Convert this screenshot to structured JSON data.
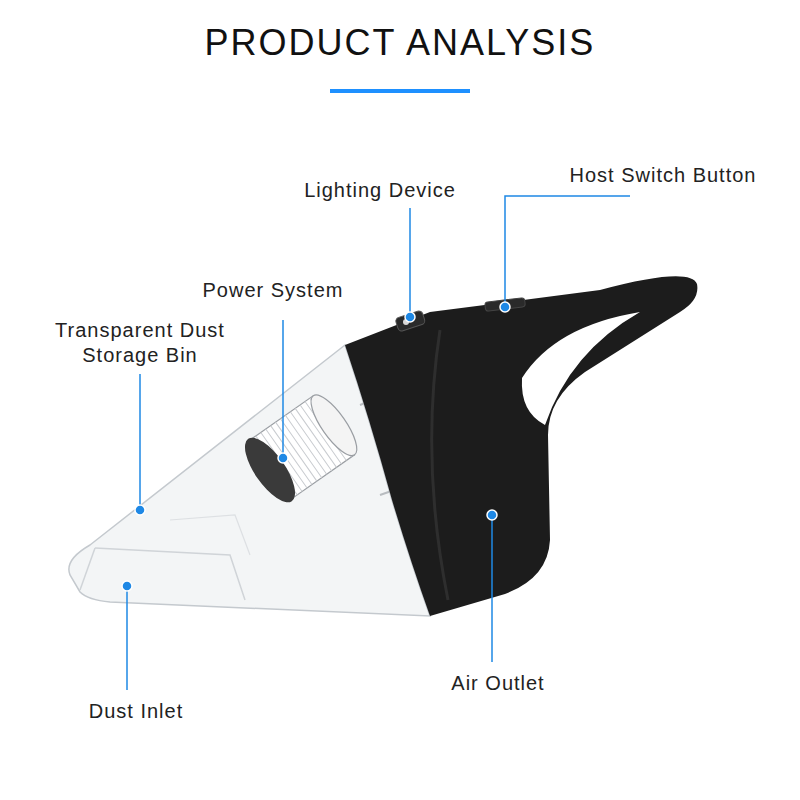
{
  "diagram": {
    "title": "PRODUCT ANALYSIS",
    "labels": [
      "Lighting Device",
      "Host Switch Button",
      "Power System",
      "Transparent Dust Storage Bin",
      "Dust Inlet",
      "Air Outlet"
    ]
  }
}
